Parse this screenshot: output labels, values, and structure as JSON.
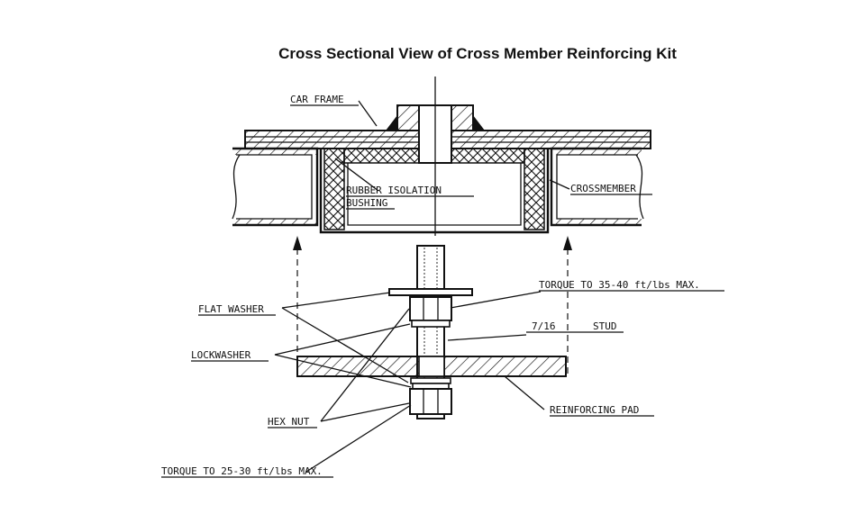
{
  "title": "Cross Sectional View of Cross Member Reinforcing Kit",
  "labels": {
    "car_frame": "CAR FRAME",
    "rubber_isolation_bushing_line1": "RUBBER ISOLATION",
    "rubber_isolation_bushing_line2": "BUSHING",
    "crossmember": "CROSSMEMBER",
    "torque_35_40": "TORQUE TO 35-40 ft/lbs MAX.",
    "stud_size": "7/16",
    "stud": "STUD",
    "flat_washer": "FLAT WASHER",
    "lockwasher": "LOCKWASHER",
    "hex_nut": "HEX NUT",
    "reinforcing_pad": "REINFORCING PAD",
    "torque_25_30": "TORQUE TO 25-30 ft/lbs MAX."
  }
}
